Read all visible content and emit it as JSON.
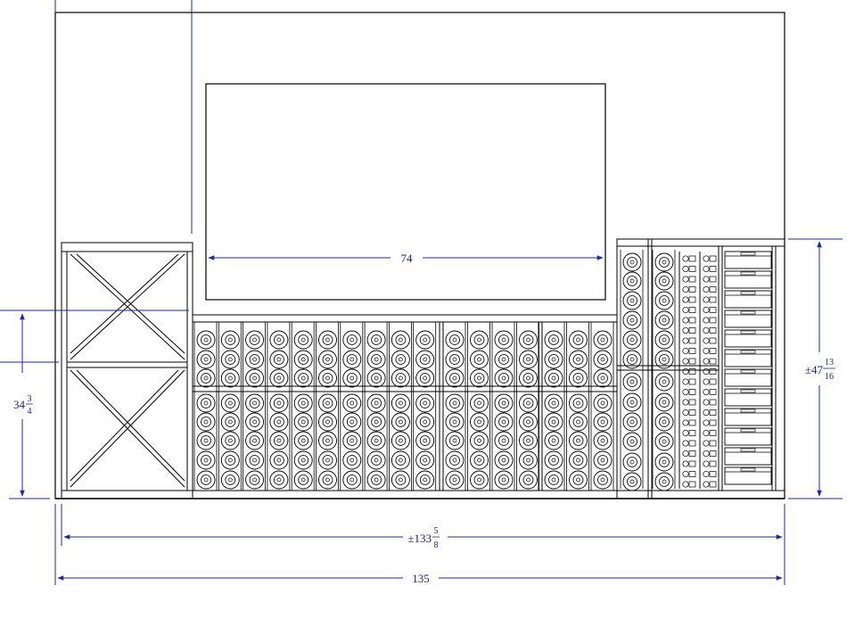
{
  "colors": {
    "line": "#000000",
    "dimension": "#1f2a9c",
    "background": "#ffffff"
  },
  "dimensions": {
    "tv_width": "74",
    "left_height_whole": "34",
    "left_height_num": "3",
    "left_height_den": "4",
    "right_height_whole": "±47",
    "right_height_num": "13",
    "right_height_den": "16",
    "inner_width_whole": "±133",
    "inner_width_num": "5",
    "inner_width_den": "8",
    "overall_width": "135"
  }
}
